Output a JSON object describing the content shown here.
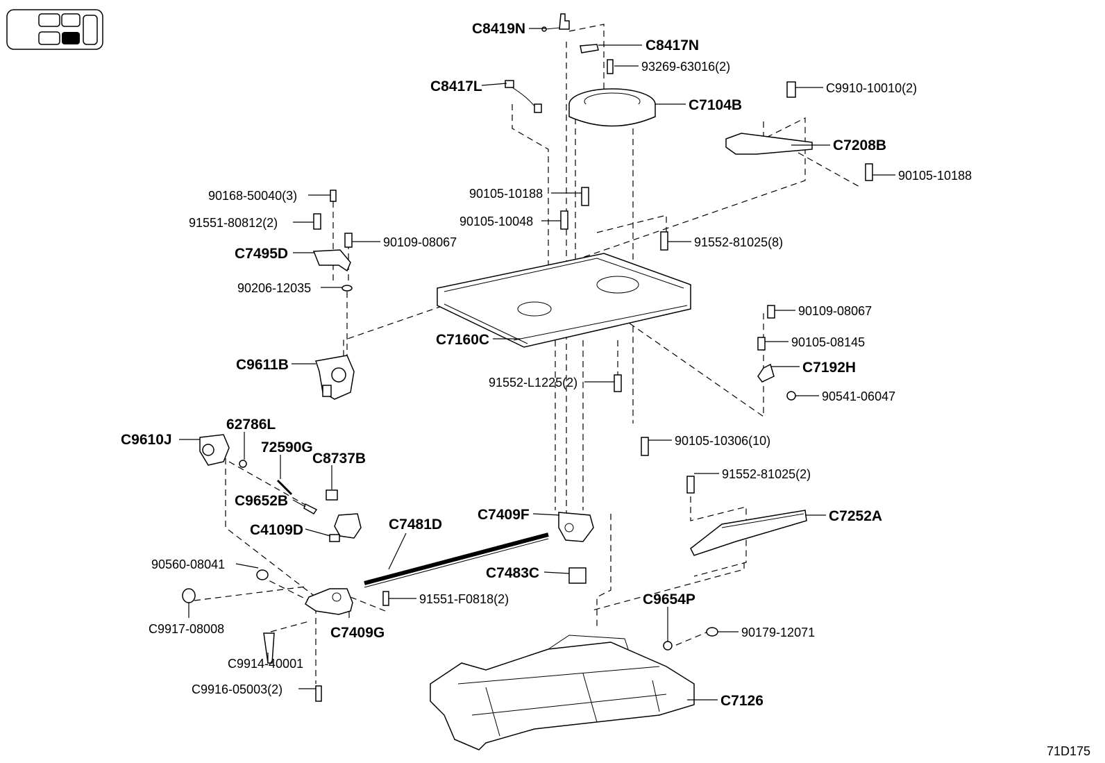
{
  "diagram": {
    "figure_code": "71D175",
    "labels": {
      "c8419n": "C8419N",
      "c8417n": "C8417N",
      "b93269": "93269-63016(2)",
      "c8417l": "C8417L",
      "c7104b": "C7104B",
      "c9910": "C9910-10010(2)",
      "c7208b": "C7208B",
      "b90105_10188_r": "90105-10188",
      "b90105_10188_c": "90105-10188",
      "b90168": "90168-50040(3)",
      "b90105_10048": "90105-10048",
      "b91551_80812": "91551-80812(2)",
      "b90109_08067_l": "90109-08067",
      "b91552_81025_8": "91552-81025(8)",
      "c7495d": "C7495D",
      "b90206": "90206-12035",
      "b90109_08067_r": "90109-08067",
      "c7160c": "C7160C",
      "b90105_08145": "90105-08145",
      "c9611b": "C9611B",
      "c7192h": "C7192H",
      "b91552_l1225": "91552-L1225(2)",
      "b90541": "90541-06047",
      "p62786l": "62786L",
      "c9610j": "C9610J",
      "p72590g": "72590G",
      "c8737b": "C8737B",
      "b90105_10306": "90105-10306(10)",
      "b91552_81025_2": "91552-81025(2)",
      "c9652b": "C9652B",
      "c7409f": "C7409F",
      "c7252a": "C7252A",
      "c4109d": "C4109D",
      "c7481d": "C7481D",
      "b90560": "90560-08041",
      "c7483c": "C7483C",
      "b91551_f0818": "91551-F0818(2)",
      "c9654p": "C9654P",
      "c9917": "C9917-08008",
      "c7409g": "C7409G",
      "b90179": "90179-12071",
      "c9914": "C9914-40001",
      "c9916": "C9916-05003(2)",
      "c7126": "C7126"
    }
  }
}
